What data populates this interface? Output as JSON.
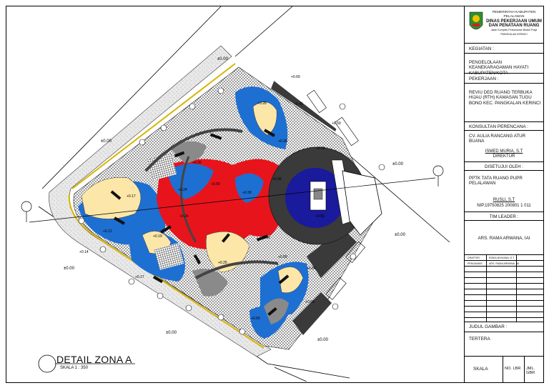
{
  "titleblock": {
    "header": {
      "line1": "PEMERINTAH KABUPATEN PELALAWAN",
      "line2": "DINAS PEKERJAAN UMUM",
      "line3": "DAN PENATAAN RUANG",
      "line4": "Jalan Komplek Perkantoran Bhakti Praja",
      "line5": "PANGKALAN KERINCI"
    },
    "kegiatan_label": "KEGIATAN :",
    "kegiatan_value": "PENGELOLAAN KEANEKARAGAMAN HAYATI KABUPATEN/KOTA",
    "pekerjaan_label": "PEKERJAAN :",
    "pekerjaan_value": "REVIU DED RUANG TERBUKA HIJAU (RTH) KAWASAN TUGU BONO KEC. PANGKALAN KERINCI",
    "konsultan_label": "KONSULTAN PERENCANA :",
    "konsultan_value": "CV. AULIA RANCANG ATUR BUANA",
    "konsultan_signer": "ISMED MURIA, S.T",
    "konsultan_role": "DIREKTUR",
    "disetujui_label": "DISETUJUI OLEH :",
    "disetujui_value": "PPTK TATA RUANG PUPR PELALAWAN",
    "disetujui_signer": "RUSLI, S.T",
    "disetujui_nip": "NIP.19750825 200801 1 011",
    "team_label": "TIM LEADER :",
    "team_value": "ARS. RAMA ARWANA, IAI",
    "rows": [
      {
        "a": "DRAFTER",
        "b": "RISKA NOVIANA, S.T"
      },
      {
        "a": "PENGAWAS",
        "b": "ARS. RAMA ARWANA, IAI"
      }
    ],
    "judul_label": "JUDUL GAMBAR :",
    "judul_value": "TERTERA",
    "skala_label": "SKALA",
    "nolbr_label": "NO. LBR",
    "jmlgbr_label": "JML. GBR"
  },
  "drawing": {
    "title": "DETAIL ZONA A",
    "scale": "SKALA   1 : 350",
    "elevations": [
      "±0.00",
      "±0.00",
      "±0.00",
      "±0.00",
      "±0.00",
      "±0.00",
      "±0.00"
    ],
    "levels": [
      "+0.12",
      "+0.14",
      "+0.17",
      "+0.17",
      "+0.19",
      "+0.20",
      "+0.24",
      "+0.24",
      "+0.25",
      "+0.28",
      "+0.28",
      "+0.39",
      "+0.39",
      "+0.39",
      "+0.45",
      "+0.59",
      "+0.59",
      "+0.59",
      "+0.59",
      "+0.59",
      "+0.59",
      "+0.59",
      "+0.64",
      "+0.69"
    ]
  },
  "colors": {
    "red": "#e8141c",
    "blue": "#1e6fd2",
    "navy": "#1a1a9c",
    "sand": "#fde7a8",
    "gray": "#8a8a8a",
    "dark": "#3a3a3a",
    "road_yellow": "#d8b400"
  }
}
